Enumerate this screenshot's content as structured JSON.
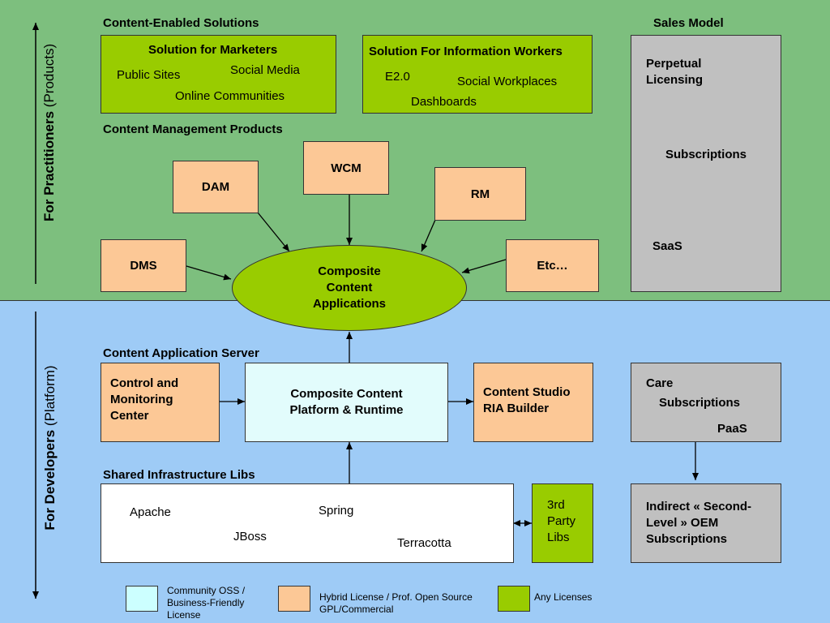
{
  "colors": {
    "top_band": "#7dbf7e",
    "bottom_band": "#9ecbf6",
    "any_licenses": "#99cc00",
    "hybrid": "#fcc896",
    "community": "#ccffff",
    "sales": "#c0c0c0"
  },
  "axis": {
    "practitioners_bold": "For Practitioners",
    "practitioners_rest": "(Products)",
    "developers_bold": "For Developers",
    "developers_rest": "(Platform)"
  },
  "top": {
    "ces_title": "Content-Enabled Solutions",
    "marketers": {
      "title": "Solution for Marketers",
      "items": [
        "Public Sites",
        "Social Media",
        "Online Communities"
      ]
    },
    "info_workers": {
      "title": "Solution For Information Workers",
      "items": [
        "E2.0",
        "Social Workplaces",
        "Dashboards"
      ]
    },
    "cmp_title": "Content Management Products",
    "products": [
      "DAM",
      "WCM",
      "RM",
      "DMS",
      "Etc…"
    ],
    "composite": "Composite Content Applications"
  },
  "sales_model": {
    "title": "Sales Model",
    "items": [
      "Perpetual Licensing",
      "Subscriptions",
      "SaaS"
    ]
  },
  "bottom": {
    "cas_title": "Content Application Server",
    "control": "Control and Monitoring Center",
    "platform": "Composite Content Platform & Runtime",
    "studio": "Content Studio RIA Builder",
    "sil_title": "Shared Infrastructure Libs",
    "libs": [
      "Apache",
      "Spring",
      "JBoss",
      "Terracotta"
    ],
    "third_party": "3rd Party Libs",
    "care": {
      "items": [
        "Care",
        "Subscriptions",
        "PaaS"
      ]
    },
    "indirect": "Indirect « Second-Level » OEM Subscriptions"
  },
  "legend": [
    "Community OSS / Business-Friendly License",
    "Hybrid License / Prof. Open Source GPL/Commercial",
    "Any Licenses"
  ]
}
